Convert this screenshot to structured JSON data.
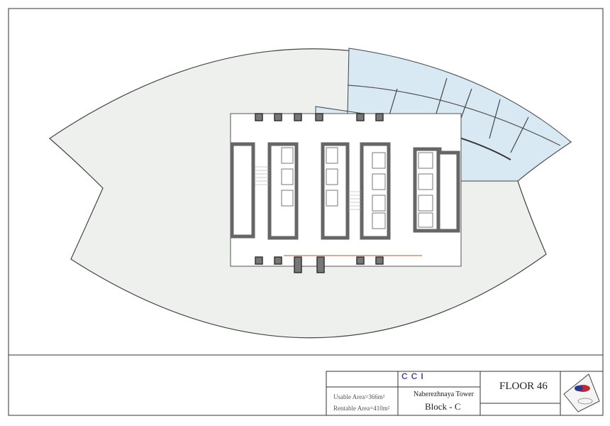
{
  "plan": {
    "floor_fill": "#eef0ee",
    "office_fill": "#d8e9f3",
    "core_fill": "#ffffff",
    "wall_color": "#555555"
  },
  "title_block": {
    "usable_area": "Usable Area=366m²",
    "rentable_area": "Rentable Area=410m²",
    "logo_text": "CCI",
    "logo_color": "#5a4f9a",
    "building": "Naberezhnaya Tower",
    "block": "Block - C",
    "floor": "FLOOR 46"
  }
}
